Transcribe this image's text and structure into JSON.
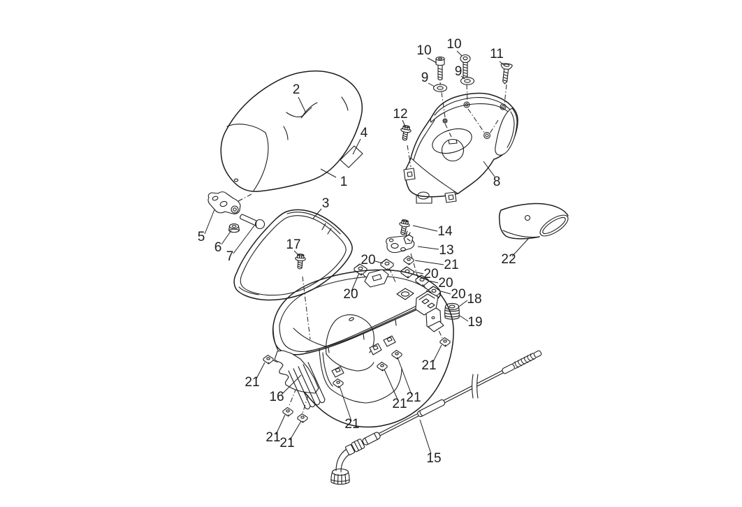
{
  "diagram": {
    "background_color": "#ffffff",
    "line_color": "#1d1d1d"
  },
  "callouts": [
    {
      "text": "2"
    },
    {
      "text": "4"
    },
    {
      "text": "1"
    },
    {
      "text": "3"
    },
    {
      "text": "10"
    },
    {
      "text": "10"
    },
    {
      "text": "9"
    },
    {
      "text": "9"
    },
    {
      "text": "11"
    },
    {
      "text": "12"
    },
    {
      "text": "8"
    },
    {
      "text": "5"
    },
    {
      "text": "6"
    },
    {
      "text": "7"
    },
    {
      "text": "17"
    },
    {
      "text": "14"
    },
    {
      "text": "13"
    },
    {
      "text": "21"
    },
    {
      "text": "20"
    },
    {
      "text": "20"
    },
    {
      "text": "20"
    },
    {
      "text": "20"
    },
    {
      "text": "20"
    },
    {
      "text": "18"
    },
    {
      "text": "19"
    },
    {
      "text": "22"
    },
    {
      "text": "16"
    },
    {
      "text": "21"
    },
    {
      "text": "21"
    },
    {
      "text": "21"
    },
    {
      "text": "21"
    },
    {
      "text": "21"
    },
    {
      "text": "21"
    },
    {
      "text": "21"
    },
    {
      "text": "15"
    }
  ]
}
